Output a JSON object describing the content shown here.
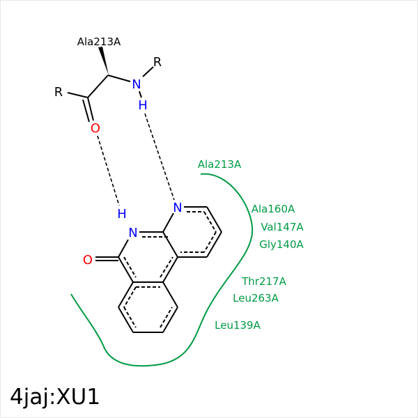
{
  "title": "4jaj:XU1",
  "colors": {
    "bond": "#000000",
    "nitrogen": "#0000ff",
    "oxygen": "#ff0000",
    "hydrophobic": "#009a44",
    "hbond": "#000000"
  },
  "residue": {
    "name": "Ala213A",
    "r1": "R",
    "r2": "R",
    "n": "N",
    "h": "H",
    "o": "O"
  },
  "ligand": {
    "n1": "N",
    "n2": "N",
    "h": "H",
    "o": "O"
  },
  "hydrophobic_contacts": [
    "Ala213A",
    "Ala160A",
    "Val147A",
    "Gly140A",
    "Thr217A",
    "Leu263A",
    "Leu139A"
  ]
}
